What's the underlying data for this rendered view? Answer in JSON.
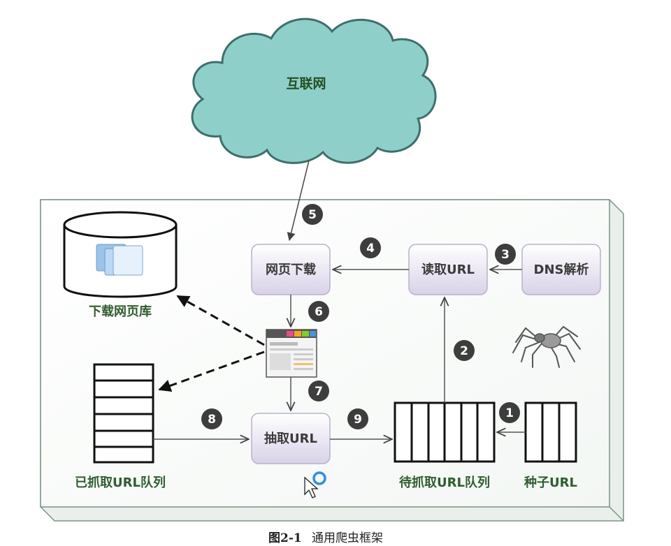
{
  "cloud": {
    "label": "互联网"
  },
  "nodes": {
    "download": "网页下载",
    "read_url": "读取URL",
    "dns": "DNS解析",
    "extract": "抽取URL"
  },
  "labels": {
    "page_store": "下载网页库",
    "crawled_queue": "已抓取URL队列",
    "pending_queue": "待抓取URL队列",
    "seed_url": "种子URL"
  },
  "steps": [
    "1",
    "2",
    "3",
    "4",
    "5",
    "6",
    "7",
    "8",
    "9"
  ],
  "caption": {
    "figure_number": "图2-1",
    "title": "通用爬虫框架"
  },
  "colors": {
    "cloud_fill": "#8fcfc9",
    "cloud_stroke": "#3f6f6b",
    "frame_stroke": "#6f8f7f",
    "node_fill_top": "#ffffff",
    "node_fill_bottom": "#ddd6ea",
    "step_circle": "#3d3d3d",
    "green_text": "#2f5d2f"
  },
  "icons": [
    "folder-icon",
    "webpage-thumbnail-icon",
    "spider-icon",
    "mouse-cursor-icon"
  ]
}
